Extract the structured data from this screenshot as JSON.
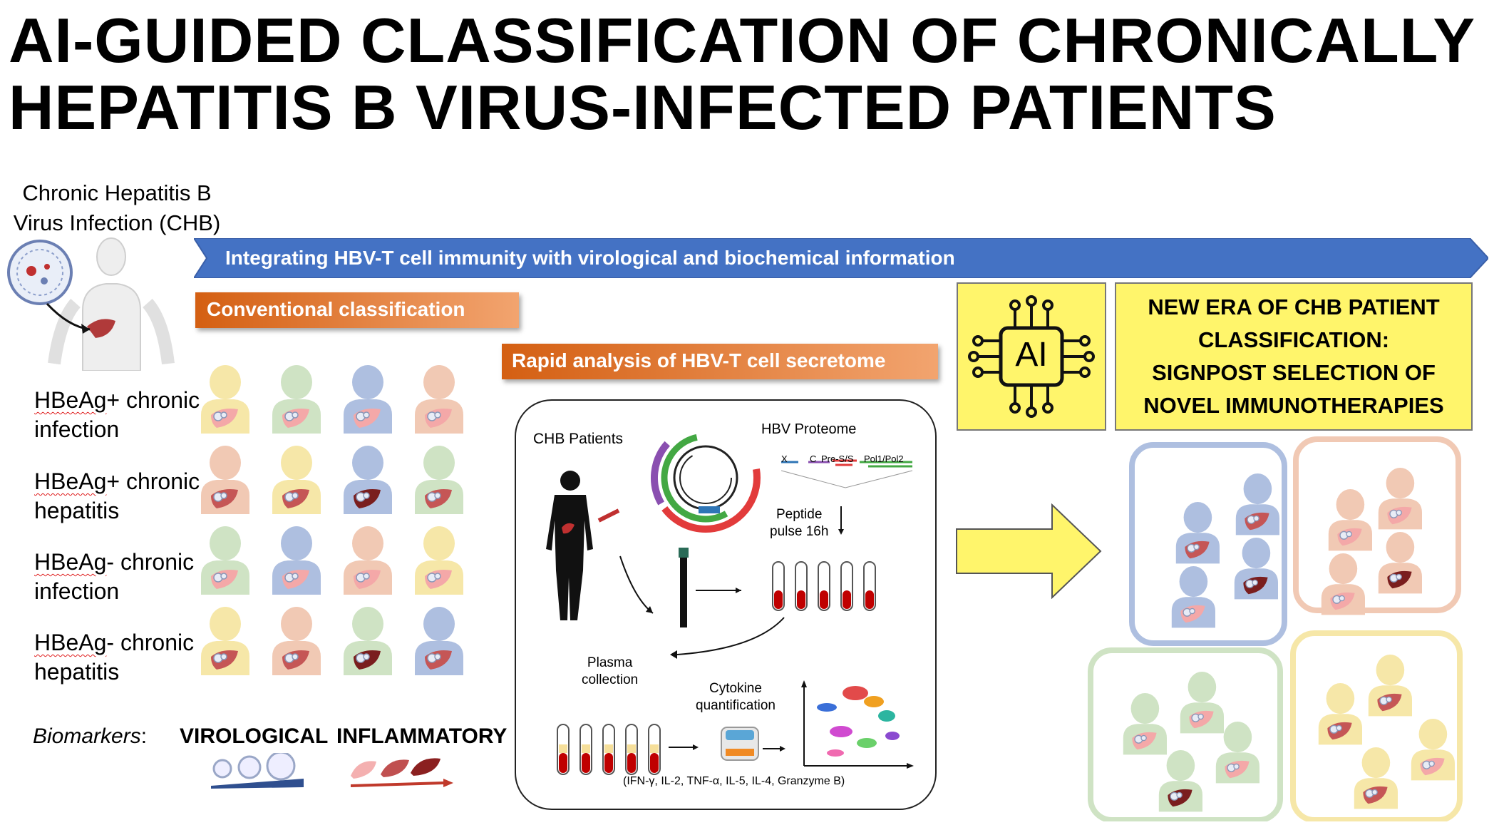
{
  "title": {
    "line1": "AI-GUIDED CLASSIFICATION OF CHRONICALLY",
    "line2": "HEPATITIS B VIRUS-INFECTED PATIENTS"
  },
  "chb": {
    "line1": "Chronic Hepatitis B",
    "line2": "Virus Infection (CHB)"
  },
  "banner": {
    "text": "Integrating HBV-T cell immunity with virological and biochemical information",
    "color": "#4472c4"
  },
  "conventional": {
    "label": "Conventional classification",
    "color": "#ed7d31"
  },
  "rapid": {
    "label": "Rapid analysis of HBV-T cell secretome",
    "color": "#ed7d31"
  },
  "rows": [
    {
      "line1_word": "HBeAg",
      "line1_rest": "+ chronic",
      "line2": "infection"
    },
    {
      "line1_word": "HBeAg",
      "line1_rest": "+ chronic",
      "line2": "hepatitis"
    },
    {
      "line1_word": "HBeAg",
      "line1_rest": "- chronic",
      "line2": "infection"
    },
    {
      "line1_word": "HBeAg",
      "line1_rest": "- chronic",
      "line2": "hepatitis"
    }
  ],
  "biomarkers": {
    "label": "Biomarkers",
    "colon": ":",
    "virological": "VIROLOGICAL",
    "inflammatory": "INFLAMMATORY"
  },
  "ai": {
    "label": "AI"
  },
  "new_era": {
    "line1": "NEW ERA OF CHB PATIENT",
    "line2": "CLASSIFICATION:",
    "line3": "SIGNPOST SELECTION OF",
    "line4": "NOVEL IMMUNOTHERAPIES",
    "color": "#fff56b"
  },
  "panel": {
    "chb_patients": "CHB Patients",
    "hbv_proteome": "HBV Proteome",
    "genes": {
      "x": "X",
      "c": "C",
      "pres": "Pre-S/S",
      "pol": "Pol1/Pol2"
    },
    "peptide1": "Peptide",
    "peptide2": "pulse 16h",
    "plasma1": "Plasma",
    "plasma2": "collection",
    "cytokine1": "Cytokine",
    "cytokine2": "quantification",
    "cytokines_list": "(IFN-γ, IL-2, TNF-α, IL-5, IL-4, Granzyme B)"
  },
  "colors": {
    "yellow": "#f6e7a8",
    "green": "#cfe3c4",
    "blue": "#aebfe0",
    "peach": "#f1c9b4",
    "liver_light": "#f4a8a8",
    "liver_mid": "#c55656",
    "liver_dark": "#7a1e1e"
  },
  "grid": [
    [
      "yellow",
      "green",
      "blue",
      "peach"
    ],
    [
      "peach",
      "yellow",
      "blue",
      "green"
    ],
    [
      "green",
      "blue",
      "peach",
      "yellow"
    ],
    [
      "yellow",
      "peach",
      "green",
      "blue"
    ]
  ],
  "grid_livers": [
    [
      "liver_light",
      "liver_light",
      "liver_light",
      "liver_light"
    ],
    [
      "liver_mid",
      "liver_mid",
      "liver_dark",
      "liver_mid"
    ],
    [
      "liver_light",
      "liver_light",
      "liver_light",
      "liver_light"
    ],
    [
      "liver_mid",
      "liver_mid",
      "liver_dark",
      "liver_mid"
    ]
  ]
}
